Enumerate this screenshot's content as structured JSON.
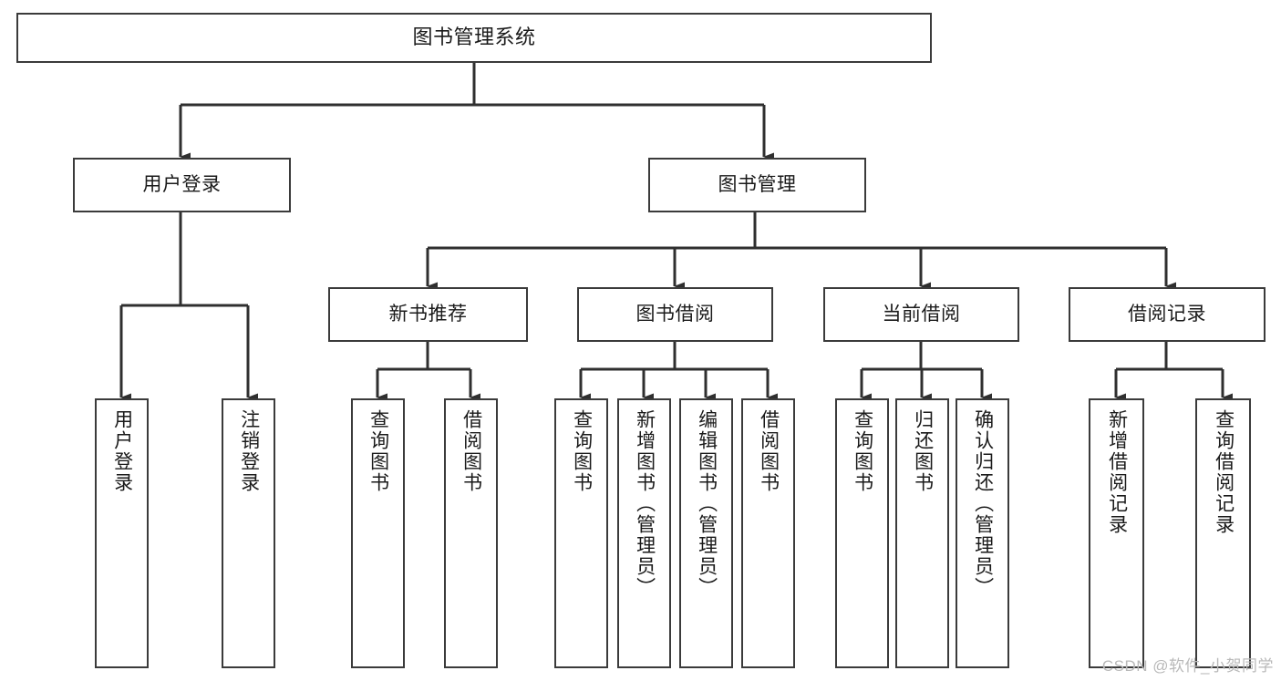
{
  "diagram": {
    "type": "tree-hierarchy",
    "title": "图书管理系统",
    "watermark": "CSDN @软件_小贺同学",
    "colors": {
      "border": "#3b3b3b",
      "background": "#ffffff",
      "text": "#1a1a1a",
      "watermark": "#b9b9b9"
    },
    "nodes": {
      "root": {
        "label": "图书管理系统"
      },
      "level2": [
        {
          "id": "user-login",
          "label": "用户登录"
        },
        {
          "id": "book-management",
          "label": "图书管理"
        }
      ],
      "level3": [
        {
          "id": "new-book-recommend",
          "label": "新书推荐"
        },
        {
          "id": "book-borrow",
          "label": "图书借阅"
        },
        {
          "id": "current-borrow",
          "label": "当前借阅"
        },
        {
          "id": "borrow-record",
          "label": "借阅记录"
        }
      ],
      "leaves": {
        "user_login": [
          {
            "id": "leaf-user-login",
            "label": "用户登录"
          },
          {
            "id": "leaf-logout-login",
            "label": "注销登录"
          }
        ],
        "new_book_recommend": [
          {
            "id": "leaf-query-book-1",
            "label": "查询图书"
          },
          {
            "id": "leaf-borrow-book-1",
            "label": "借阅图书"
          }
        ],
        "book_borrow": [
          {
            "id": "leaf-query-book-2",
            "label": "查询图书"
          },
          {
            "id": "leaf-add-book",
            "label": "新增图书（管理员）"
          },
          {
            "id": "leaf-edit-book",
            "label": "编辑图书（管理员）"
          },
          {
            "id": "leaf-borrow-book-2",
            "label": "借阅图书"
          }
        ],
        "current_borrow": [
          {
            "id": "leaf-query-book-3",
            "label": "查询图书"
          },
          {
            "id": "leaf-return-book",
            "label": "归还图书"
          },
          {
            "id": "leaf-confirm-return",
            "label": "确认归还（管理员）"
          }
        ],
        "borrow_record": [
          {
            "id": "leaf-add-record",
            "label": "新增借阅记录"
          },
          {
            "id": "leaf-query-record",
            "label": "查询借阅记录"
          }
        ]
      }
    },
    "edges": [
      {
        "from": "root",
        "to": "user-login"
      },
      {
        "from": "root",
        "to": "book-management"
      },
      {
        "from": "user-login",
        "to": "leaf-user-login"
      },
      {
        "from": "user-login",
        "to": "leaf-logout-login"
      },
      {
        "from": "book-management",
        "to": "new-book-recommend"
      },
      {
        "from": "book-management",
        "to": "book-borrow"
      },
      {
        "from": "book-management",
        "to": "current-borrow"
      },
      {
        "from": "book-management",
        "to": "borrow-record"
      },
      {
        "from": "new-book-recommend",
        "to": "leaf-query-book-1"
      },
      {
        "from": "new-book-recommend",
        "to": "leaf-borrow-book-1"
      },
      {
        "from": "book-borrow",
        "to": "leaf-query-book-2"
      },
      {
        "from": "book-borrow",
        "to": "leaf-add-book"
      },
      {
        "from": "book-borrow",
        "to": "leaf-edit-book"
      },
      {
        "from": "book-borrow",
        "to": "leaf-borrow-book-2"
      },
      {
        "from": "current-borrow",
        "to": "leaf-query-book-3"
      },
      {
        "from": "current-borrow",
        "to": "leaf-return-book"
      },
      {
        "from": "current-borrow",
        "to": "leaf-confirm-return"
      },
      {
        "from": "borrow-record",
        "to": "leaf-add-record"
      },
      {
        "from": "borrow-record",
        "to": "leaf-query-record"
      }
    ]
  }
}
